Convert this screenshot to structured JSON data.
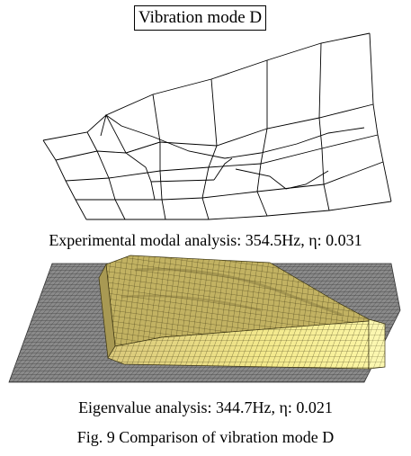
{
  "figure_title": "Vibration mode D",
  "caption_experimental": "Experimental modal analysis: 354.5Hz, η: 0.031",
  "caption_eigenvalue": "Eigenvalue analysis: 344.7Hz, η: 0.021",
  "figure_caption": "Fig. 9 Comparison of vibration mode D",
  "colors": {
    "wireframe": "#000000",
    "plate_mesh": "#555555",
    "block_top": "#c9b868",
    "block_front": "#e3d77a",
    "block_side": "#f5ef90",
    "block_mesh": "#3a3310"
  }
}
